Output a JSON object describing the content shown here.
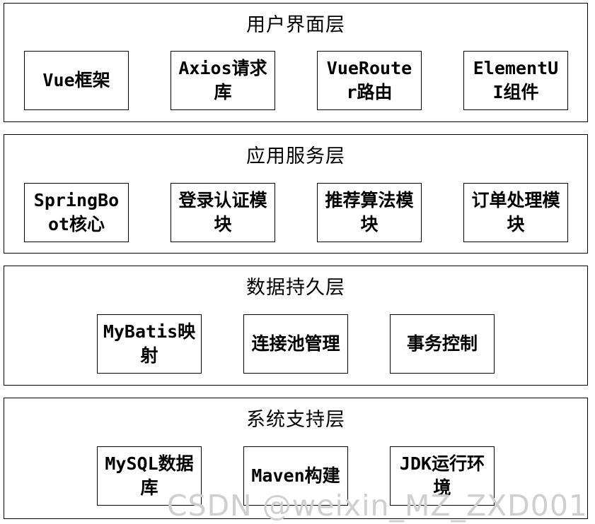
{
  "layers": [
    {
      "title": "用户界面层",
      "boxes": [
        "Vue框架",
        "Axios请求库",
        "VueRouter路由",
        "ElementUI组件"
      ]
    },
    {
      "title": "应用服务层",
      "boxes": [
        "SpringBoot核心",
        "登录认证模块",
        "推荐算法模块",
        "订单处理模块"
      ]
    },
    {
      "title": "数据持久层",
      "boxes": [
        "MyBatis映射",
        "连接池管理",
        "事务控制"
      ]
    },
    {
      "title": "系统支持层",
      "boxes": [
        "MySQL数据库",
        "Maven构建",
        "JDK运行环境"
      ]
    }
  ],
  "watermark": "CSDN @weixin_MZ_ZXD001"
}
